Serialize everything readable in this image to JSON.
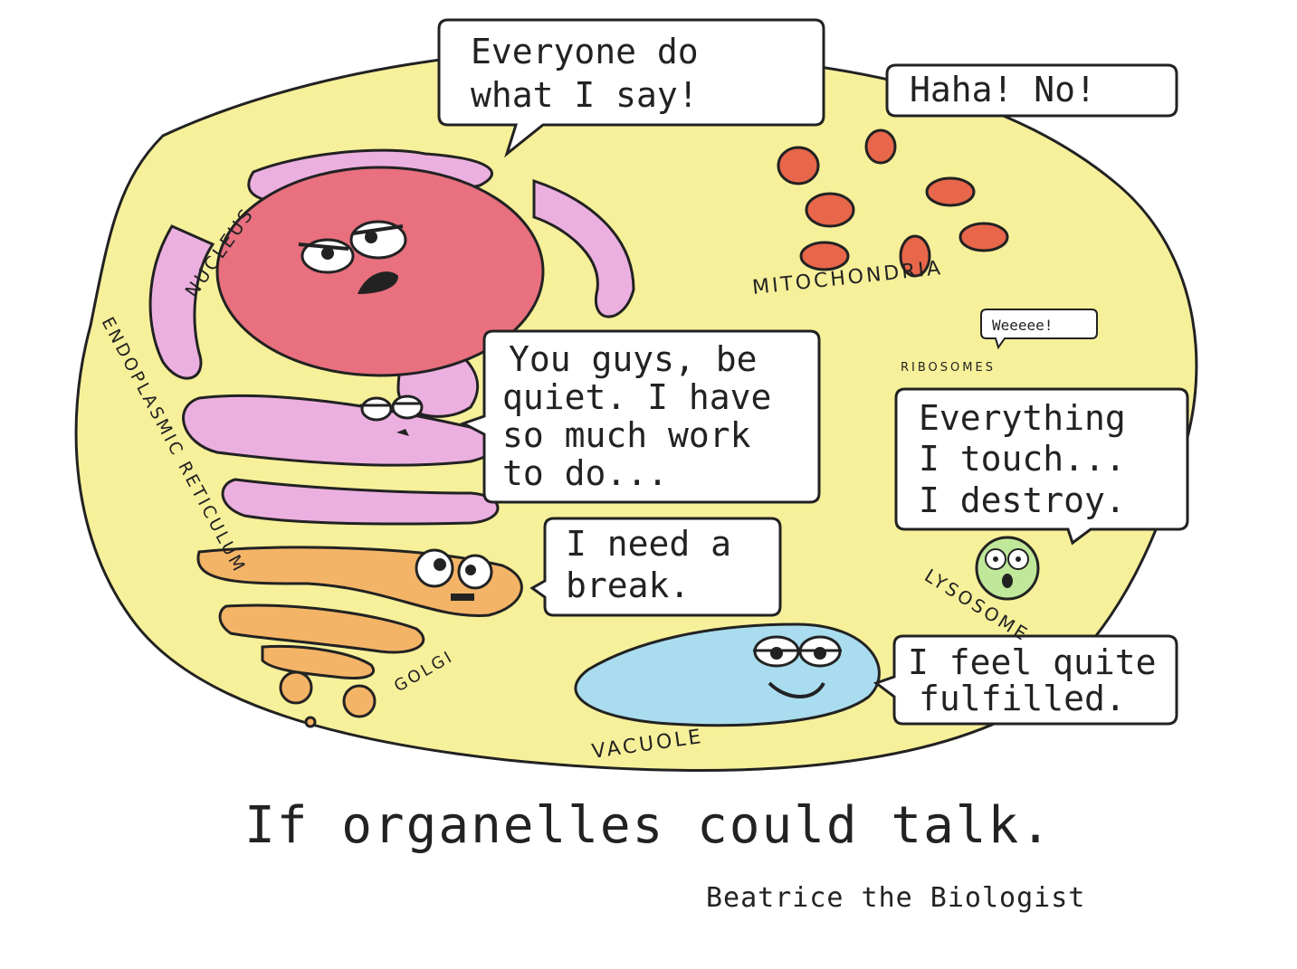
{
  "comic": {
    "speech": {
      "nucleus": [
        "Everyone do",
        "what I say!"
      ],
      "mitochondria": "Haha! No!",
      "ribosomes": "Weeeee!",
      "er": [
        "You guys, be",
        "quiet. I have",
        "so much work",
        "to do..."
      ],
      "lysosome": [
        "Everything",
        "I touch...",
        "I destroy."
      ],
      "golgi": [
        "I need a",
        "break."
      ],
      "vacuole": [
        "I feel quite",
        "fulfilled."
      ]
    },
    "labels": {
      "nucleus": "NUCLEUS",
      "mitochondria": "MITOCHONDRIA",
      "ribosomes": "RIBOSOMES",
      "er": "ENDOPLASMIC RETICULUM",
      "lysosome": "LYSOSOME",
      "golgi": "GOLGI",
      "vacuole": "VACUOLE"
    },
    "caption": "If organelles could talk.",
    "credit": "Beatrice the Biologist"
  },
  "colors": {
    "cytoplasm": "#f7f09a",
    "nucleus": "#e8707f",
    "er": "#ecb0e0",
    "mitochondria": "#e8664a",
    "golgi": "#f4b467",
    "lysosome": "#bfe89a",
    "vacuole": "#a9dcee",
    "outline": "#222222"
  }
}
